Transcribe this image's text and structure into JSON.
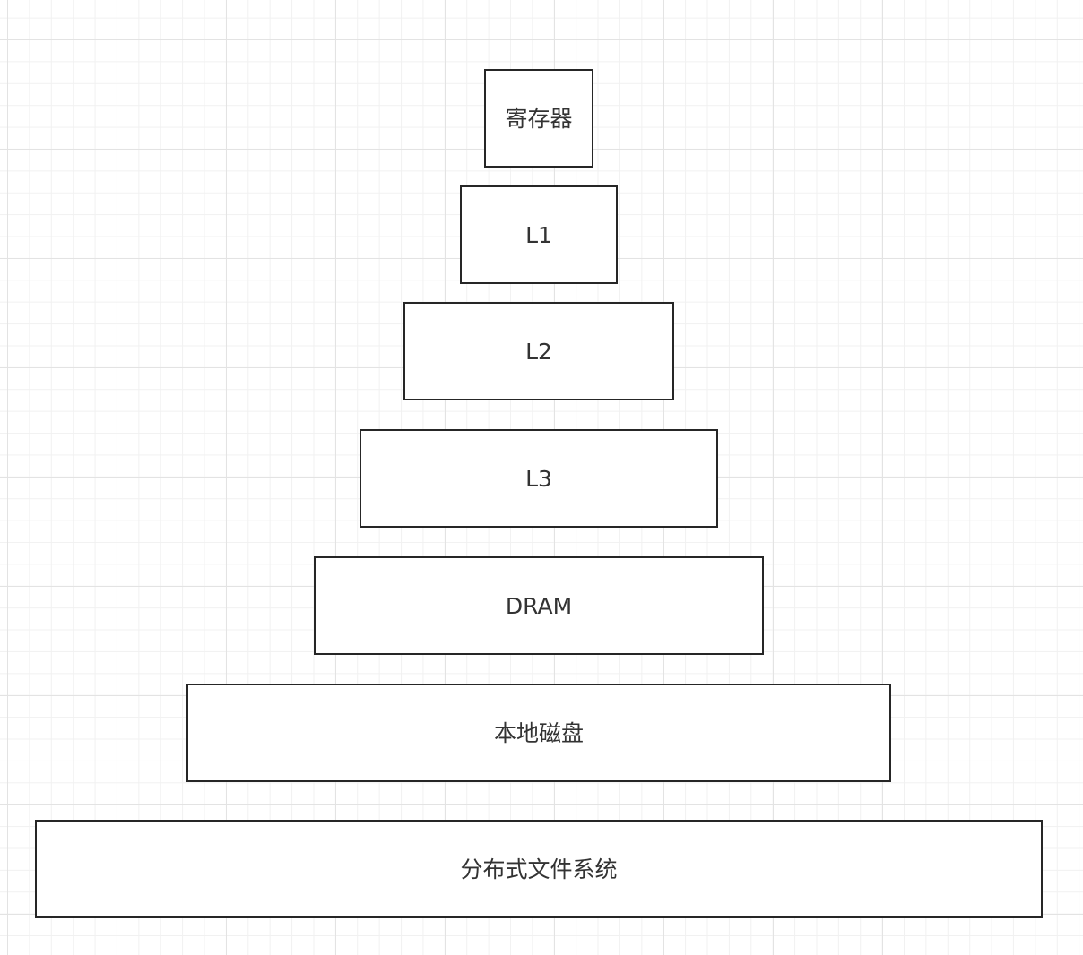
{
  "diagram": {
    "levels": [
      {
        "label": "寄存器"
      },
      {
        "label": "L1"
      },
      {
        "label": "L2"
      },
      {
        "label": "L3"
      },
      {
        "label": "DRAM"
      },
      {
        "label": "本地磁盘"
      },
      {
        "label": "分布式文件系统"
      }
    ]
  },
  "colors": {
    "background": "#ffffff",
    "grid_major": "#e3e3e3",
    "grid_minor": "#f1f1f1",
    "box_border": "#262626",
    "text": "#333333"
  }
}
